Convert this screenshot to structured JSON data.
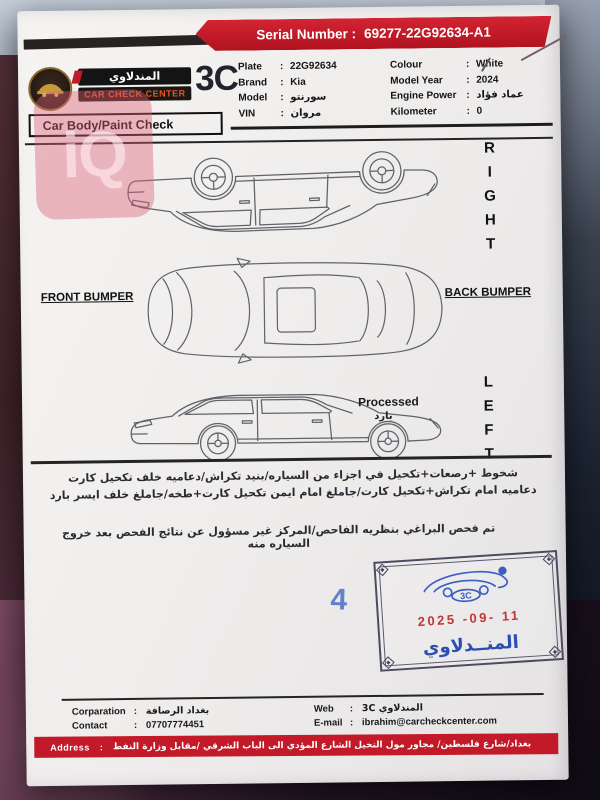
{
  "header": {
    "serial_label": "Serial Number :",
    "serial_value": "69277-22G92634-A1"
  },
  "brand": {
    "arabic_name": "المندلاوي",
    "english_name": "CAR CHECK CENTER",
    "code": "3C"
  },
  "section_title": "Car Body/Paint Check",
  "vehicle_info": {
    "left": [
      {
        "label": "Plate",
        "value": "22G92634"
      },
      {
        "label": "Brand",
        "value": "Kia"
      },
      {
        "label": "Model",
        "value": "سورنتو"
      },
      {
        "label": "VIN",
        "value": "مروان"
      }
    ],
    "right": [
      {
        "label": "Colour",
        "value": "White"
      },
      {
        "label": "Model Year",
        "value": "2024"
      },
      {
        "label": "Engine Power",
        "value": "عماد فؤاد"
      },
      {
        "label": "Kilometer",
        "value": "0"
      }
    ]
  },
  "diagram": {
    "right_label": "RIGHT",
    "left_label": "LEFT",
    "front_bumper": "FRONT BUMPER",
    "back_bumper": "BACK BUMPER",
    "processed": "Processed",
    "processed_note": "بارد"
  },
  "notes": {
    "line1": "شخوط +رصعات+تكحيل في اجزاء من السياره/بنيد تكراش/دعاميه خلف تكحيل كارت",
    "line2": "دعاميه امام تكراش+تكحيل كارت/جاملغ امام ايمن تكحيل كارت+طخه/جاملغ خلف ايسر بارد",
    "line3": "تم فحص البراغي بنظريه الفاحص/المركز غير مسؤول عن نتائج الفحص بعد خروج السياره منه"
  },
  "stamp": {
    "code": "3C",
    "date": "2025 -09- 11",
    "name": "المنــدلاوي"
  },
  "annotation": {
    "number": "4"
  },
  "footer": {
    "left": [
      {
        "label": "Corparation",
        "value": "بغداد الرصافة"
      },
      {
        "label": "Contact",
        "value": "07707774451"
      }
    ],
    "right": [
      {
        "label": "Web",
        "value": "المندلاوي 3C"
      },
      {
        "label": "E-mail",
        "value": "ibrahim@carcheckcenter.com"
      }
    ],
    "address_label": "Address",
    "address_value": "بغداد/شارع فلسطين/ مجاور مول النخيل الشارع المؤدي الى الباب الشرقي /مقابل وزارة النفط"
  },
  "watermark": {
    "text": "iQ"
  },
  "colors": {
    "accent_red": "#c21a28",
    "stamp_blue": "#2b4fb0",
    "date_red": "#c23436",
    "pen_blue": "#4a6fc4"
  }
}
